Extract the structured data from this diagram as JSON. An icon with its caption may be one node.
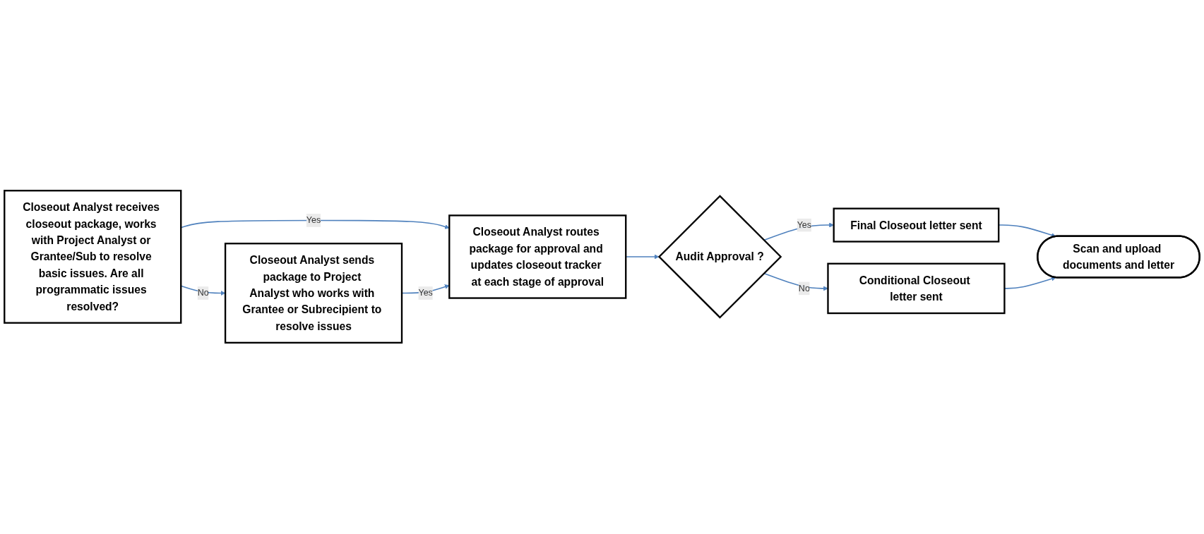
{
  "diagram": {
    "nodes": [
      {
        "text": [
          "Closeout Analyst receives closeout package, works with Project Analyst or Grantee/Sub to resolve basic issues. Are all programmatic issues resolved?"
        ]
      },
      {
        "text": [
          "Closeout Analyst routes package for approval and updates closeout tracker at each stage of approval"
        ]
      },
      {
        "text": [
          "Audit Approval ?"
        ]
      },
      {
        "text": [
          "Final Closeout letter sent"
        ]
      },
      {
        "text": [
          "Closeout Analyst sends package to Project Analyst who works with Grantee or Subrecipient to resolve issues"
        ]
      },
      {
        "text": [
          "Conditional Closeout letter sent"
        ]
      },
      {
        "text": [
          "Scan and upload documents and letter"
        ]
      }
    ],
    "edges": [
      {
        "from": 0,
        "to": 1,
        "arrow": "to",
        "label": "Yes"
      },
      {
        "from": 0,
        "to": 4,
        "arrow": "to",
        "label": "No"
      },
      {
        "from": 4,
        "to": 1,
        "arrow": "to",
        "label": "Yes"
      },
      {
        "from": 1,
        "to": 2,
        "arrow": "to"
      },
      {
        "from": 2,
        "to": 3,
        "arrow": "to",
        "label": "Yes"
      },
      {
        "from": 2,
        "to": 5,
        "arrow": "to",
        "label": "No"
      },
      {
        "from": 3,
        "to": 6,
        "arrow": "to"
      },
      {
        "from": 5,
        "to": 6,
        "arrow": "to"
      }
    ]
  }
}
